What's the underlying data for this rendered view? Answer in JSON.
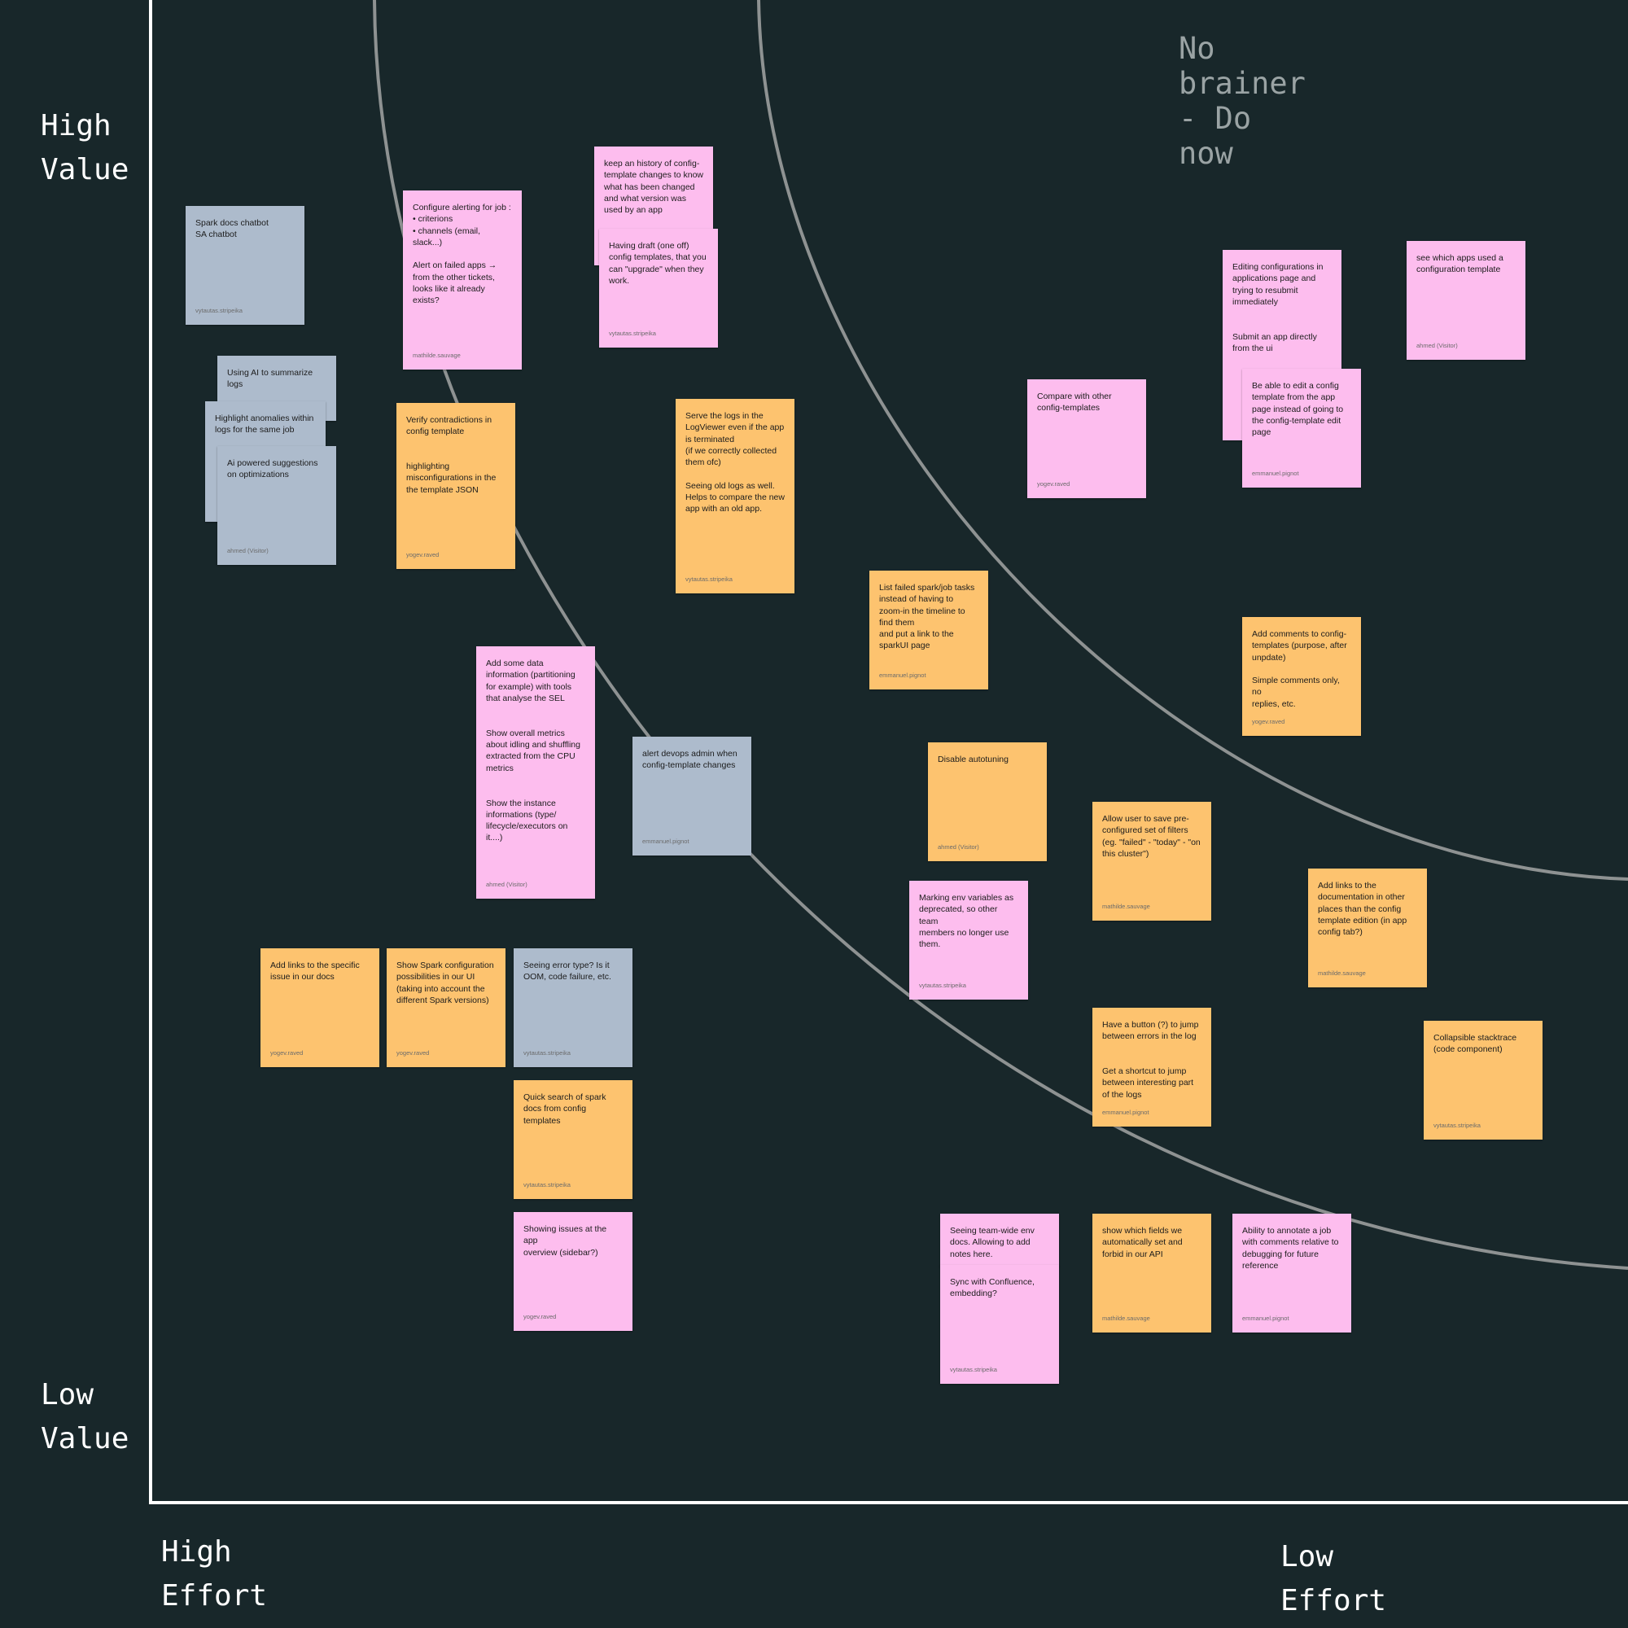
{
  "axes": {
    "y_high": "High\nValue",
    "y_low": "Low\nValue",
    "x_high": "High Effort",
    "x_low": "Low Effort"
  },
  "zone": {
    "title": "No brainer - Do now"
  },
  "colors": {
    "background": "#18272a",
    "pink": "#fdbdee",
    "orange": "#fdc36f",
    "gray": "#adbbcc",
    "arc": "#8e9292",
    "axis": "#ffffff"
  },
  "notes": [
    {
      "id": "spark-docs-chatbot",
      "color": "gray",
      "text": "Spark docs chatbot\nSA chatbot",
      "author": "vytautas.stripeika"
    },
    {
      "id": "configure-alerting",
      "color": "pink",
      "text": "Configure alerting for job :\n  •  criterions\n  •  channels (email,\n      slack...)\n\nAlert on failed apps →\nfrom the other tickets,\nlooks like it already exists?",
      "author": "mathilde.sauvage"
    },
    {
      "id": "history-config",
      "color": "pink",
      "text": "keep an history of config-\ntemplate changes to know\nwhat has been changed\nand what version was\nused by an app",
      "author": ""
    },
    {
      "id": "draft-config",
      "color": "pink",
      "text": "Having draft (one off)\nconfig templates, that you\ncan \"upgrade\" when they\nwork.",
      "author": "vytautas.stripeika"
    },
    {
      "id": "ai-summarize",
      "color": "gray",
      "text": "Using AI to summarize\nlogs",
      "author": ""
    },
    {
      "id": "highlight-anomalies",
      "color": "gray",
      "text": "Highlight anomalies within\nlogs for the same job",
      "author": ""
    },
    {
      "id": "ai-suggestions",
      "color": "gray",
      "text": "Ai powered suggestions\non optimizations",
      "author": "ahmed (Visitor)"
    },
    {
      "id": "verify-contradictions",
      "color": "orange",
      "text": "Verify contradictions in\nconfig template\n\n\nhighlighting\nmisconfigurations in the\nthe template JSON",
      "author": "yogev.raved"
    },
    {
      "id": "serve-logs",
      "color": "orange",
      "text": "Serve the logs in the\nLogViewer even if the app\nis terminated\n(if we correctly collected\nthem ofc)\n\nSeeing old logs as well.\nHelps to compare the new\napp with an old app.",
      "author": "vytautas.stripeika"
    },
    {
      "id": "compare-templates",
      "color": "pink",
      "text": "Compare with other\nconfig-templates",
      "author": "yogev.raved"
    },
    {
      "id": "editing-configs",
      "color": "pink",
      "text": "Editing configurations in\napplications page and\ntrying to resubmit\nimmediately\n\n\nSubmit an app directly\nfrom the ui",
      "author": ""
    },
    {
      "id": "edit-config-from-app",
      "color": "pink",
      "text": "Be able to edit a config\ntemplate from the app\npage instead of going to\nthe config-template edit\npage",
      "author": "emmanuel.pignot"
    },
    {
      "id": "which-apps-used",
      "color": "pink",
      "text": "see which apps used a\nconfiguration template",
      "author": "ahmed (Visitor)"
    },
    {
      "id": "list-failed-tasks",
      "color": "orange",
      "text": "List failed spark/job tasks\ninstead of having to\nzoom-in the timeline to\nfind them\nand put a link to the\nsparkUI page",
      "author": "emmanuel.pignot"
    },
    {
      "id": "add-comments",
      "color": "orange",
      "text": "Add comments to config-\ntemplates (purpose, after\nunpdate)\n\nSimple comments only, no\nreplies, etc.",
      "author": "yogev.raved"
    },
    {
      "id": "data-information",
      "color": "pink",
      "text": "Add some data\ninformation (partitioning\nfor example) with tools\nthat analyse the SEL\n\n\nShow overall metrics\nabout idling and shuffling\nextracted from the CPU\nmetrics\n\n\nShow the instance\ninformations (type/\nlifecycle/executors on\nit....)",
      "author": "ahmed (Visitor)"
    },
    {
      "id": "alert-devops",
      "color": "gray",
      "text": "alert devops admin when\nconfig-template changes",
      "author": "emmanuel.pignot"
    },
    {
      "id": "disable-autotuning",
      "color": "orange",
      "text": "Disable autotuning",
      "author": "ahmed (Visitor)"
    },
    {
      "id": "save-filters",
      "color": "orange",
      "text": "Allow user to save pre-\nconfigured set of filters\n(eg. \"failed\" - \"today\" - \"on\nthis cluster\")",
      "author": "mathilde.sauvage"
    },
    {
      "id": "env-deprecated",
      "color": "pink",
      "text": "Marking env variables as\ndeprecated, so other team\nmembers no longer use\nthem.",
      "author": "vytautas.stripeika"
    },
    {
      "id": "doc-links",
      "color": "orange",
      "text": "Add links to the\ndocumentation in other\nplaces than the config\ntemplate edition (in app\nconfig tab?)",
      "author": "mathilde.sauvage"
    },
    {
      "id": "links-specific-issue",
      "color": "orange",
      "text": "Add links to the specific\nissue in our docs",
      "author": "yogev.raved"
    },
    {
      "id": "spark-config-ui",
      "color": "orange",
      "text": "Show Spark configuration\npossibilities in our UI\n(taking into account the\ndifferent Spark versions)",
      "author": "yogev.raved"
    },
    {
      "id": "error-type",
      "color": "gray",
      "text": "Seeing error type? Is it\nOOM, code failure, etc.",
      "author": "vytautas.stripeika"
    },
    {
      "id": "error-jump",
      "color": "orange",
      "text": "Have a button (?) to jump\nbetween errors in the log\n\n\nGet a shortcut to jump\nbetween interesting part\nof the logs",
      "author": "emmanuel.pignot"
    },
    {
      "id": "collapsible-stacktrace",
      "color": "orange",
      "text": "Collapsible stacktrace\n(code component)",
      "author": "vytautas.stripeika"
    },
    {
      "id": "quick-search",
      "color": "orange",
      "text": "Quick search of spark\ndocs from config\ntemplates",
      "author": "vytautas.stripeika"
    },
    {
      "id": "issues-overview",
      "color": "pink",
      "text": "Showing issues at the app\noverview (sidebar?)",
      "author": "yogev.raved"
    },
    {
      "id": "team-env-docs",
      "color": "pink",
      "text": "Seeing team-wide env\ndocs. Allowing to add\nnotes here.",
      "author": ""
    },
    {
      "id": "sync-confluence",
      "color": "pink",
      "text": "Sync with Confluence,\nembedding?",
      "author": "vytautas.stripeika"
    },
    {
      "id": "api-fields",
      "color": "orange",
      "text": "show which fields we\nautomatically set and\nforbid in our API",
      "author": "mathilde.sauvage"
    },
    {
      "id": "annotate-job",
      "color": "pink",
      "text": "Ability to annotate a job\nwith comments relative to\ndebugging for future\nreference",
      "author": "emmanuel.pignot"
    }
  ]
}
